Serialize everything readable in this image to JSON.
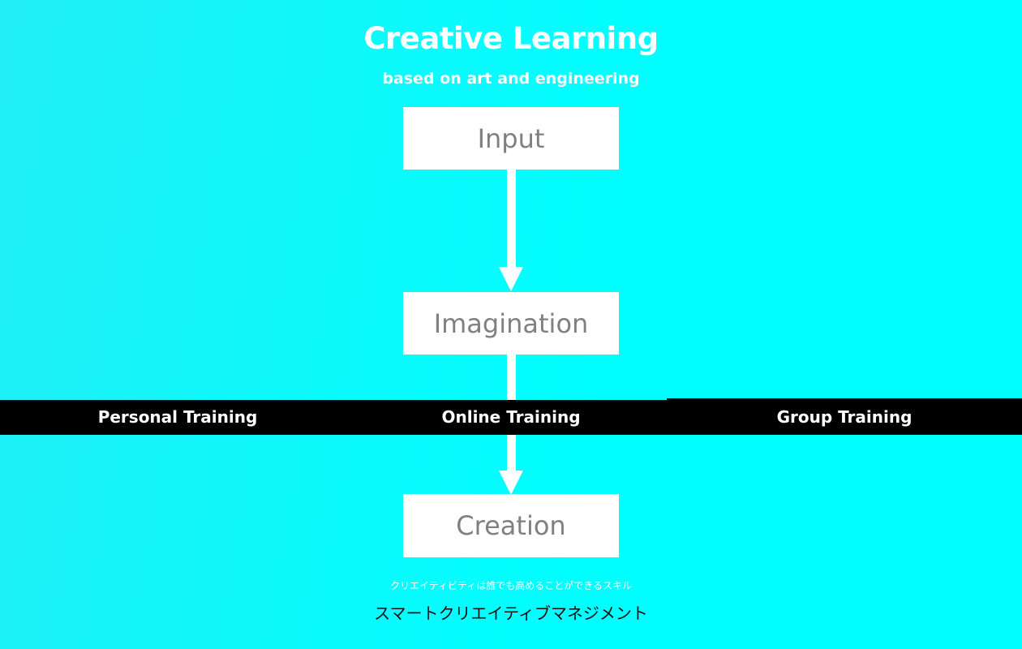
{
  "header": {
    "title": "Creative Learning",
    "subtitle": "based on art and engineering"
  },
  "flow": {
    "steps": [
      {
        "label": "Input"
      },
      {
        "label": "Imagination"
      },
      {
        "label": "Creation"
      }
    ]
  },
  "training_bar": {
    "items": [
      {
        "label": "Personal Training"
      },
      {
        "label": "Online Training"
      },
      {
        "label": "Group Training"
      }
    ]
  },
  "footer": {
    "tagline": "クリエイティビティは誰でも高めることができるスキル",
    "brand": "スマートクリエイティブマネジメント"
  },
  "colors": {
    "background": "#00ffff",
    "box": "#ffffff",
    "box_text": "#808080",
    "bar": "#000000",
    "bar_text": "#ffffff"
  }
}
